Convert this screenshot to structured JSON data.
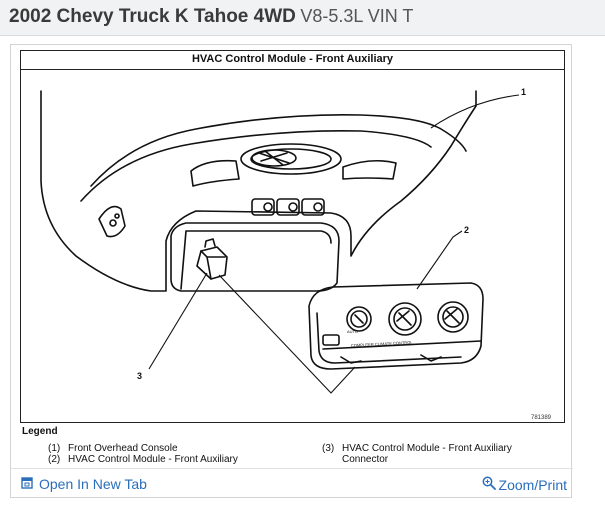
{
  "header": {
    "model": "2002 Chevy Truck K Tahoe 4WD",
    "engine": "V8-5.3L VIN T"
  },
  "figure": {
    "title": "HVAC Control Module - Front Auxiliary",
    "callouts": [
      "1",
      "2",
      "3"
    ],
    "figure_id": "781389",
    "panel_text": "COMPUTER CLIMATE CONTROL",
    "knob_label": "AUTO"
  },
  "legend": {
    "title": "Legend",
    "items": [
      {
        "num": "(1)",
        "text": "Front Overhead Console"
      },
      {
        "num": "(2)",
        "text": "HVAC Control Module - Front Auxiliary"
      },
      {
        "num": "(3)",
        "text": "HVAC Control Module - Front Auxiliary Connector"
      }
    ]
  },
  "footer": {
    "open_tab_label": "Open In New Tab",
    "zoom_label": "Zoom/Print"
  },
  "colors": {
    "link": "#2a6ebb",
    "header_bg": "#f1f2f3"
  }
}
